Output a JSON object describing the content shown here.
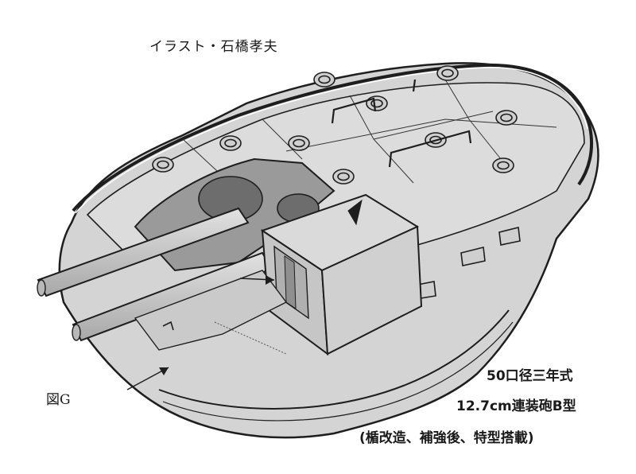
{
  "illustration_credit": "イラスト・石橋孝夫",
  "figure_label": "図G",
  "title_lines": [
    "50口径三年式",
    "12.7cm連装砲B型",
    "(楯改造、補強後、特型搭載)"
  ],
  "colors": {
    "shell_fill": "#d4d4d4",
    "shell_shade": "#bdbdbd",
    "line": "#1e1e1e",
    "barrel": "#c8c8c8",
    "background": "#ffffff"
  }
}
